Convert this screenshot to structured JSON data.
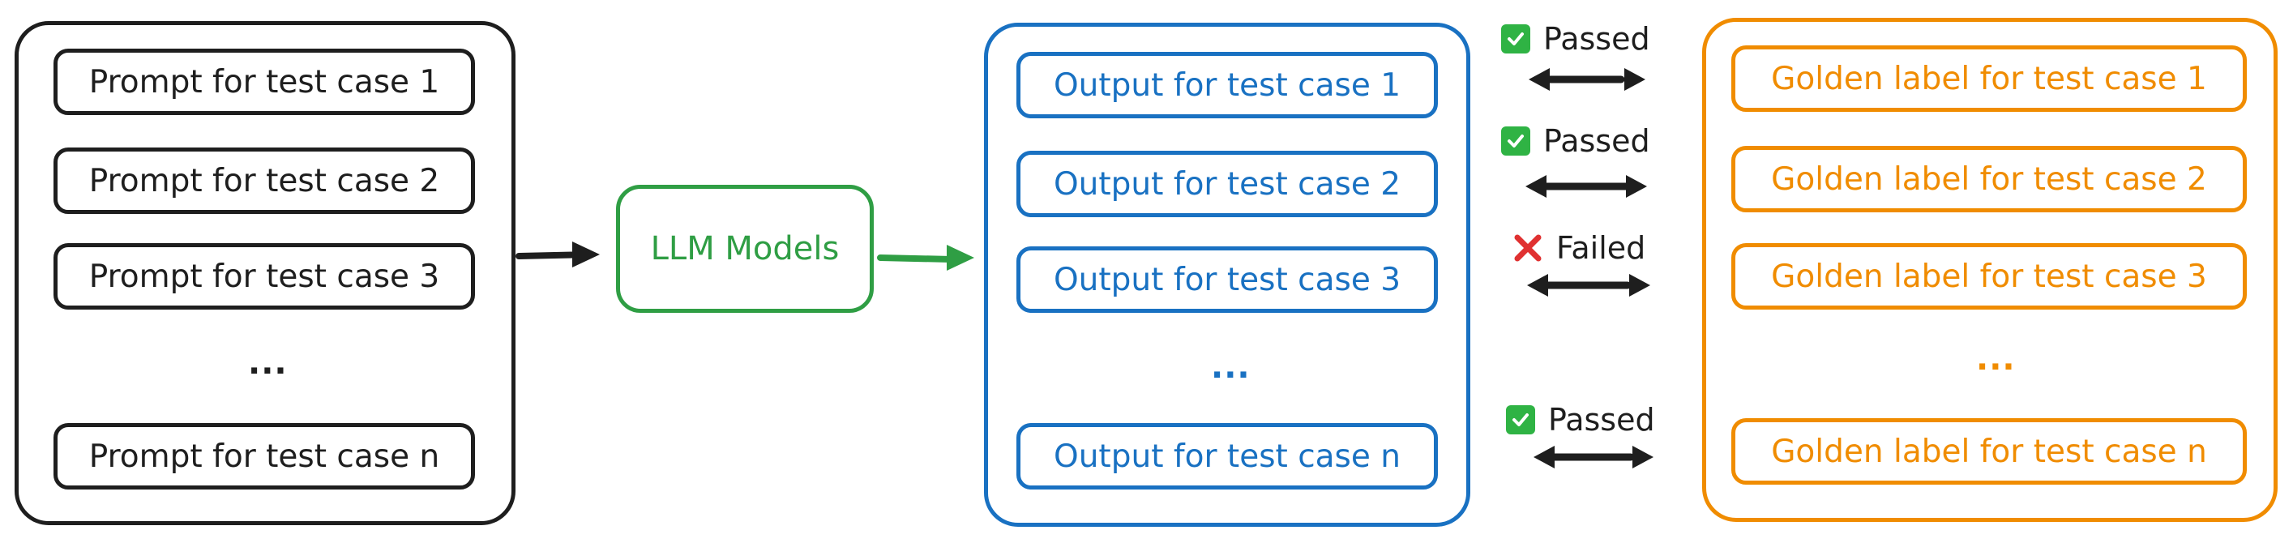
{
  "prompts": {
    "items": [
      "Prompt for test case 1",
      "Prompt for test case 2",
      "Prompt for test case 3",
      "Prompt for test case n"
    ],
    "ellipsis": "..."
  },
  "model": {
    "label": "LLM Models"
  },
  "outputs": {
    "items": [
      "Output for test case 1",
      "Output for test case 2",
      "Output for test case 3",
      "Output for test case n"
    ],
    "ellipsis": "..."
  },
  "labels": {
    "items": [
      "Golden label for test case 1",
      "Golden label for test case 2",
      "Golden label for test case 3",
      "Golden label for test case n"
    ],
    "ellipsis": "..."
  },
  "comparisons": [
    {
      "status": "Passed",
      "icon": "check-icon"
    },
    {
      "status": "Passed",
      "icon": "check-icon"
    },
    {
      "status": "Failed",
      "icon": "cross-icon"
    },
    {
      "status": "Passed",
      "icon": "check-icon"
    }
  ],
  "colors": {
    "prompt": "#1e1e1e",
    "model": "#2f9e44",
    "output": "#1971c2",
    "label": "#f08c00",
    "pass": "#2fb344",
    "fail": "#e03131"
  }
}
